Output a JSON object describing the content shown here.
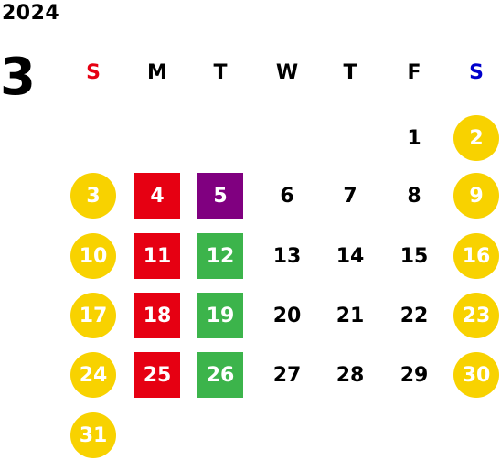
{
  "year": "2024",
  "month": "3",
  "colors": {
    "sunday_header": "#e60012",
    "saturday_header": "#0000cc",
    "weekend_circle": "#f8d200",
    "red": "#e60012",
    "purple": "#800080",
    "green": "#3cb44b"
  },
  "weekdays": [
    "S",
    "M",
    "T",
    "W",
    "T",
    "F",
    "S"
  ],
  "weeks": [
    [
      null,
      null,
      null,
      null,
      null,
      {
        "day": "1"
      },
      {
        "day": "2",
        "style": "circle",
        "color": "yellow"
      }
    ],
    [
      {
        "day": "3",
        "style": "circle",
        "color": "yellow"
      },
      {
        "day": "4",
        "style": "square",
        "color": "red"
      },
      {
        "day": "5",
        "style": "square",
        "color": "purple"
      },
      {
        "day": "6"
      },
      {
        "day": "7"
      },
      {
        "day": "8"
      },
      {
        "day": "9",
        "style": "circle",
        "color": "yellow"
      }
    ],
    [
      {
        "day": "10",
        "style": "circle",
        "color": "yellow"
      },
      {
        "day": "11",
        "style": "square",
        "color": "red"
      },
      {
        "day": "12",
        "style": "square",
        "color": "green"
      },
      {
        "day": "13"
      },
      {
        "day": "14"
      },
      {
        "day": "15"
      },
      {
        "day": "16",
        "style": "circle",
        "color": "yellow"
      }
    ],
    [
      {
        "day": "17",
        "style": "circle",
        "color": "yellow"
      },
      {
        "day": "18",
        "style": "square",
        "color": "red"
      },
      {
        "day": "19",
        "style": "square",
        "color": "green"
      },
      {
        "day": "20"
      },
      {
        "day": "21"
      },
      {
        "day": "22"
      },
      {
        "day": "23",
        "style": "circle",
        "color": "yellow"
      }
    ],
    [
      {
        "day": "24",
        "style": "circle",
        "color": "yellow"
      },
      {
        "day": "25",
        "style": "square",
        "color": "red"
      },
      {
        "day": "26",
        "style": "square",
        "color": "green"
      },
      {
        "day": "27"
      },
      {
        "day": "28"
      },
      {
        "day": "29"
      },
      {
        "day": "30",
        "style": "circle",
        "color": "yellow"
      }
    ],
    [
      {
        "day": "31",
        "style": "circle",
        "color": "yellow"
      },
      null,
      null,
      null,
      null,
      null,
      null
    ]
  ]
}
